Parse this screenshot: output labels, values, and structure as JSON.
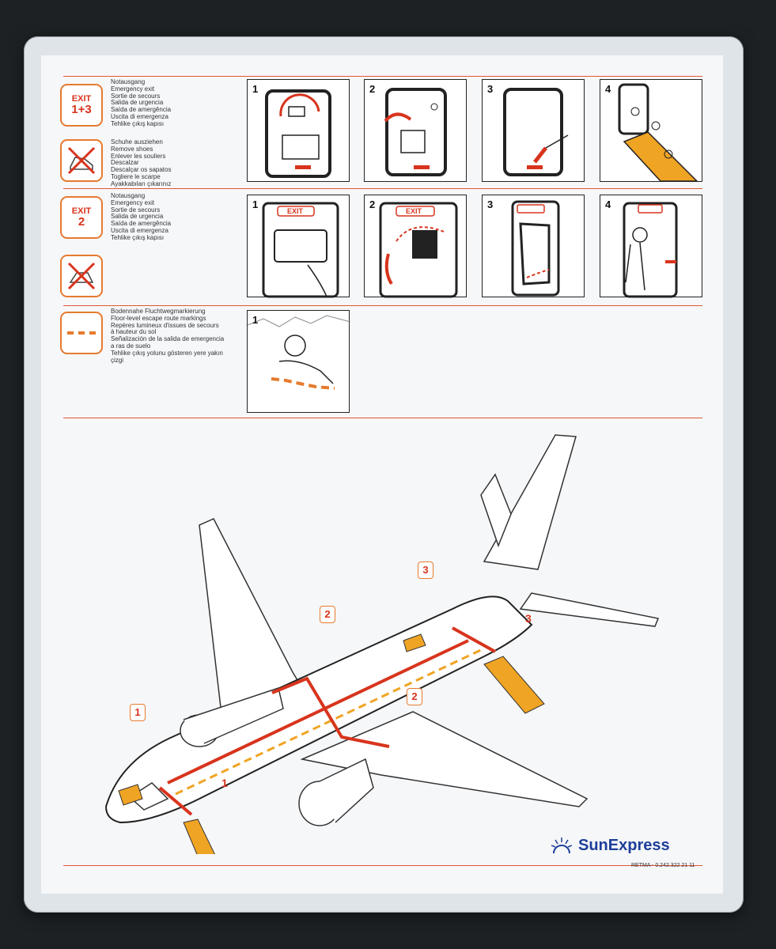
{
  "sections": [
    {
      "icon_line1": "EXIT",
      "icon_line2": "1+3",
      "text": [
        "Notausgang",
        "Emergency exit",
        "Sortie de secours",
        "Salida de urgencia",
        "Saída de amergência",
        "Uscita di emergenza",
        "Tehlike çıkış kapısı"
      ]
    },
    {
      "icon": "no-shoes-icon",
      "text": [
        "Schuhe ausziehen",
        "Remove shoes",
        "Enlever les souliers",
        "Descalzar",
        "Descalçar os sapatos",
        "Togliere le scarpe",
        "Ayakkabıları çıkarınız"
      ]
    },
    {
      "icon_line1": "EXIT",
      "icon_line2": "2",
      "text": [
        "Notausgang",
        "Emergency exit",
        "Sortie de secours",
        "Salida de urgencia",
        "Saída de amergência",
        "Uscita di emergenza",
        "Tehlike çıkış kapısı"
      ]
    },
    {
      "icon": "no-luggage-icon",
      "text": []
    },
    {
      "icon": "floor-markings-icon",
      "text": [
        "Bodennahe Fluchtwegmarkierung",
        "Floor-level escape route markings",
        "Repères lumineux d'issues de secours",
        "à hauteur du sol",
        "Señalización de la salida de emergencia",
        "a ras de suelo",
        "Tehlike çıkış yolunu gösteren yere yakın",
        "çizgi"
      ]
    }
  ],
  "steps_row1": [
    "1",
    "2",
    "3",
    "4"
  ],
  "steps_row2": [
    "1",
    "2",
    "3",
    "4"
  ],
  "steps_row3": [
    "1"
  ],
  "panel_exit_label": "EXIT",
  "diagram_labels": {
    "front_top": "1",
    "front_bottom": "1",
    "wing_top": "2",
    "wing_bottom": "2",
    "rear_top": "3",
    "rear_bottom": "3"
  },
  "brand": {
    "name": "SunExpress",
    "logo": "sun-logo-icon"
  },
  "reference": "RETMA - 0.242.322 21 11",
  "colors": {
    "red": "#d8341d",
    "orange": "#e67a2e",
    "slide": "#f0a424",
    "blue": "#1e3f9a"
  }
}
